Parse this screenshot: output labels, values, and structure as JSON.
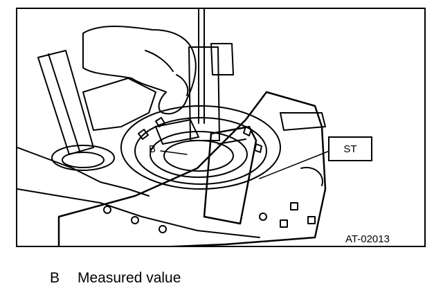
{
  "figure": {
    "callout_st": "ST",
    "callout_b": "B",
    "figure_id": "AT-02013"
  },
  "legend": {
    "key": "B",
    "text": "Measured value"
  }
}
